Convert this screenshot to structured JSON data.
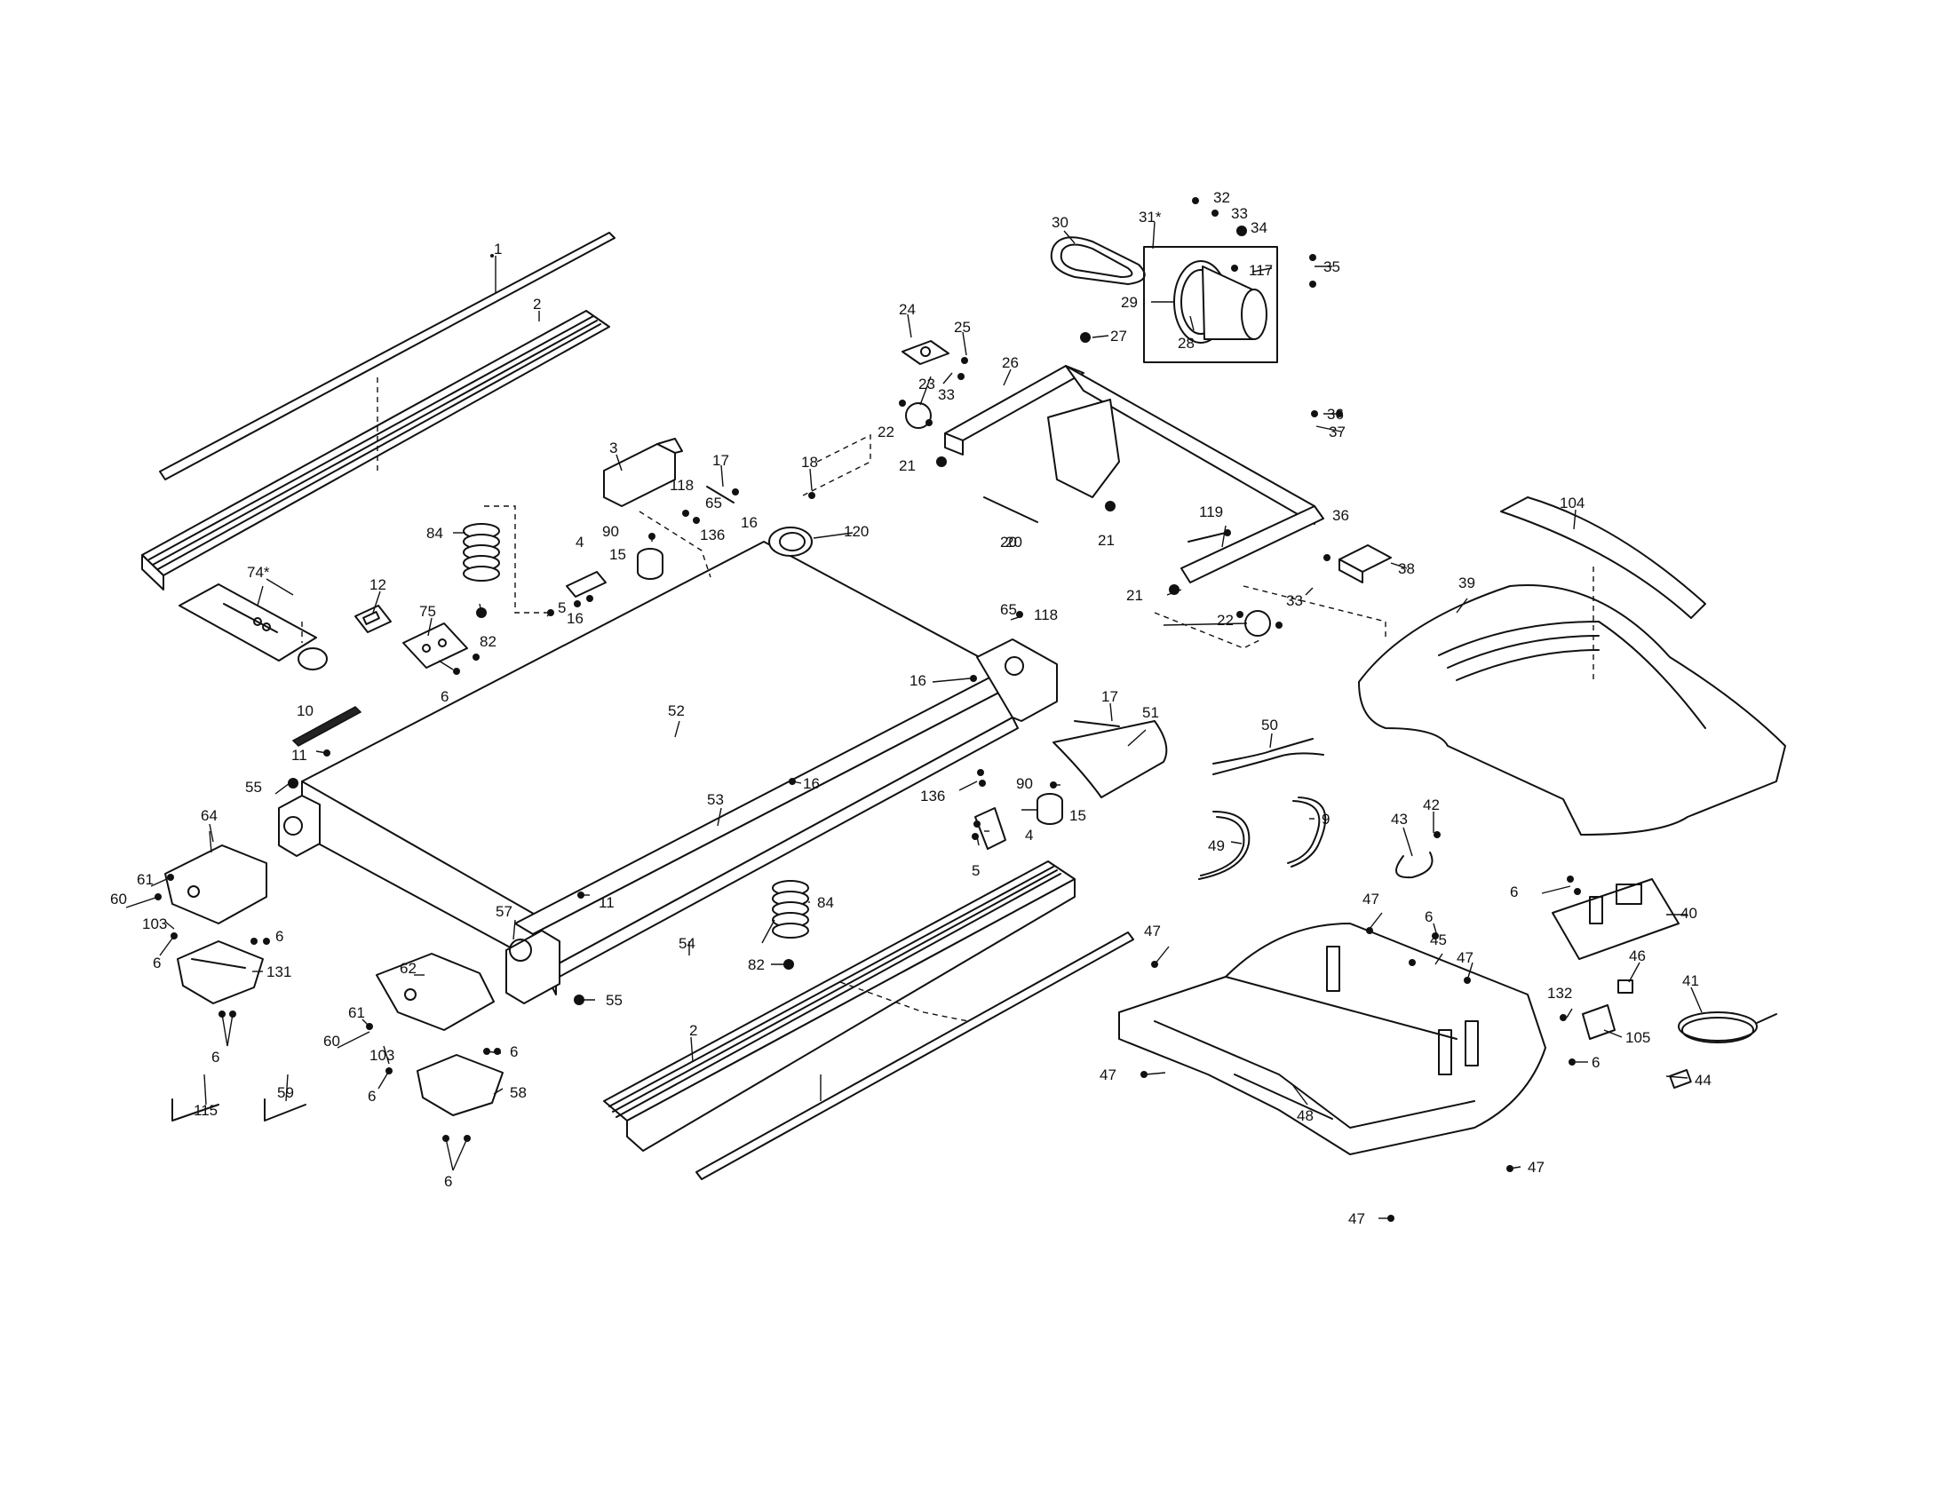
{
  "callouts": [
    {
      "id": "c1",
      "label": "1"
    },
    {
      "id": "c2a",
      "label": "2"
    },
    {
      "id": "c2b",
      "label": "2"
    },
    {
      "id": "c3",
      "label": "3"
    },
    {
      "id": "c4a",
      "label": "4"
    },
    {
      "id": "c4b",
      "label": "4"
    },
    {
      "id": "c5a",
      "label": "5"
    },
    {
      "id": "c5b",
      "label": "5"
    },
    {
      "id": "c6a",
      "label": "6"
    },
    {
      "id": "c6b",
      "label": "6"
    },
    {
      "id": "c6c",
      "label": "6"
    },
    {
      "id": "c6d",
      "label": "6"
    },
    {
      "id": "c6e",
      "label": "6"
    },
    {
      "id": "c6f",
      "label": "6"
    },
    {
      "id": "c6g",
      "label": "6"
    },
    {
      "id": "c6h",
      "label": "6"
    },
    {
      "id": "c6i",
      "label": "6"
    },
    {
      "id": "c6j",
      "label": "6"
    },
    {
      "id": "c9",
      "label": "9"
    },
    {
      "id": "c10",
      "label": "10"
    },
    {
      "id": "c11a",
      "label": "11"
    },
    {
      "id": "c11b",
      "label": "11"
    },
    {
      "id": "c12",
      "label": "12"
    },
    {
      "id": "c15a",
      "label": "15"
    },
    {
      "id": "c15b",
      "label": "15"
    },
    {
      "id": "c16a",
      "label": "16"
    },
    {
      "id": "c16b",
      "label": "16"
    },
    {
      "id": "c16c",
      "label": "16"
    },
    {
      "id": "c16d",
      "label": "16"
    },
    {
      "id": "c17a",
      "label": "17"
    },
    {
      "id": "c17b",
      "label": "17"
    },
    {
      "id": "c18",
      "label": "18"
    },
    {
      "id": "c20a",
      "label": "20"
    },
    {
      "id": "c20b",
      "label": "20"
    },
    {
      "id": "c21a",
      "label": "21"
    },
    {
      "id": "c21b",
      "label": "21"
    },
    {
      "id": "c21c",
      "label": "21"
    },
    {
      "id": "c22a",
      "label": "22"
    },
    {
      "id": "c22b",
      "label": "22"
    },
    {
      "id": "c23",
      "label": "23"
    },
    {
      "id": "c24",
      "label": "24"
    },
    {
      "id": "c25",
      "label": "25"
    },
    {
      "id": "c26",
      "label": "26"
    },
    {
      "id": "c27",
      "label": "27"
    },
    {
      "id": "c28",
      "label": "28"
    },
    {
      "id": "c29",
      "label": "29"
    },
    {
      "id": "c30",
      "label": "30"
    },
    {
      "id": "c31",
      "label": "31*"
    },
    {
      "id": "c32",
      "label": "32"
    },
    {
      "id": "c33a",
      "label": "33"
    },
    {
      "id": "c33b",
      "label": "33"
    },
    {
      "id": "c33c",
      "label": "33"
    },
    {
      "id": "c34",
      "label": "34"
    },
    {
      "id": "c35",
      "label": "35"
    },
    {
      "id": "c36a",
      "label": "36"
    },
    {
      "id": "c36b",
      "label": "36"
    },
    {
      "id": "c37",
      "label": "37"
    },
    {
      "id": "c38",
      "label": "38"
    },
    {
      "id": "c39",
      "label": "39"
    },
    {
      "id": "c40",
      "label": "40"
    },
    {
      "id": "c41",
      "label": "41"
    },
    {
      "id": "c42",
      "label": "42"
    },
    {
      "id": "c43",
      "label": "43"
    },
    {
      "id": "c44",
      "label": "44"
    },
    {
      "id": "c45",
      "label": "45"
    },
    {
      "id": "c46",
      "label": "46"
    },
    {
      "id": "c47a",
      "label": "47"
    },
    {
      "id": "c47b",
      "label": "47"
    },
    {
      "id": "c47c",
      "label": "47"
    },
    {
      "id": "c47d",
      "label": "47"
    },
    {
      "id": "c47e",
      "label": "47"
    },
    {
      "id": "c47f",
      "label": "47"
    },
    {
      "id": "c48",
      "label": "48"
    },
    {
      "id": "c49",
      "label": "49"
    },
    {
      "id": "c50",
      "label": "50"
    },
    {
      "id": "c51",
      "label": "51"
    },
    {
      "id": "c52",
      "label": "52"
    },
    {
      "id": "c53",
      "label": "53"
    },
    {
      "id": "c54",
      "label": "54"
    },
    {
      "id": "c55a",
      "label": "55"
    },
    {
      "id": "c55b",
      "label": "55"
    },
    {
      "id": "c57",
      "label": "57"
    },
    {
      "id": "c58",
      "label": "58"
    },
    {
      "id": "c59",
      "label": "59"
    },
    {
      "id": "c60a",
      "label": "60"
    },
    {
      "id": "c60b",
      "label": "60"
    },
    {
      "id": "c61a",
      "label": "61"
    },
    {
      "id": "c61b",
      "label": "61"
    },
    {
      "id": "c62",
      "label": "62"
    },
    {
      "id": "c64",
      "label": "64"
    },
    {
      "id": "c65a",
      "label": "65"
    },
    {
      "id": "c65b",
      "label": "65"
    },
    {
      "id": "c74",
      "label": "74*"
    },
    {
      "id": "c75",
      "label": "75"
    },
    {
      "id": "c82a",
      "label": "82"
    },
    {
      "id": "c82b",
      "label": "82"
    },
    {
      "id": "c84a",
      "label": "84"
    },
    {
      "id": "c84b",
      "label": "84"
    },
    {
      "id": "c90a",
      "label": "90"
    },
    {
      "id": "c90b",
      "label": "90"
    },
    {
      "id": "c103a",
      "label": "103"
    },
    {
      "id": "c103b",
      "label": "103"
    },
    {
      "id": "c104",
      "label": "104"
    },
    {
      "id": "c105",
      "label": "105"
    },
    {
      "id": "c115",
      "label": "115"
    },
    {
      "id": "c117",
      "label": "117"
    },
    {
      "id": "c118a",
      "label": "118"
    },
    {
      "id": "c118b",
      "label": "118"
    },
    {
      "id": "c119",
      "label": "119"
    },
    {
      "id": "c120",
      "label": "120"
    },
    {
      "id": "c131",
      "label": "131"
    },
    {
      "id": "c132",
      "label": "132"
    },
    {
      "id": "c136a",
      "label": "136"
    },
    {
      "id": "c136b",
      "label": "136"
    }
  ]
}
